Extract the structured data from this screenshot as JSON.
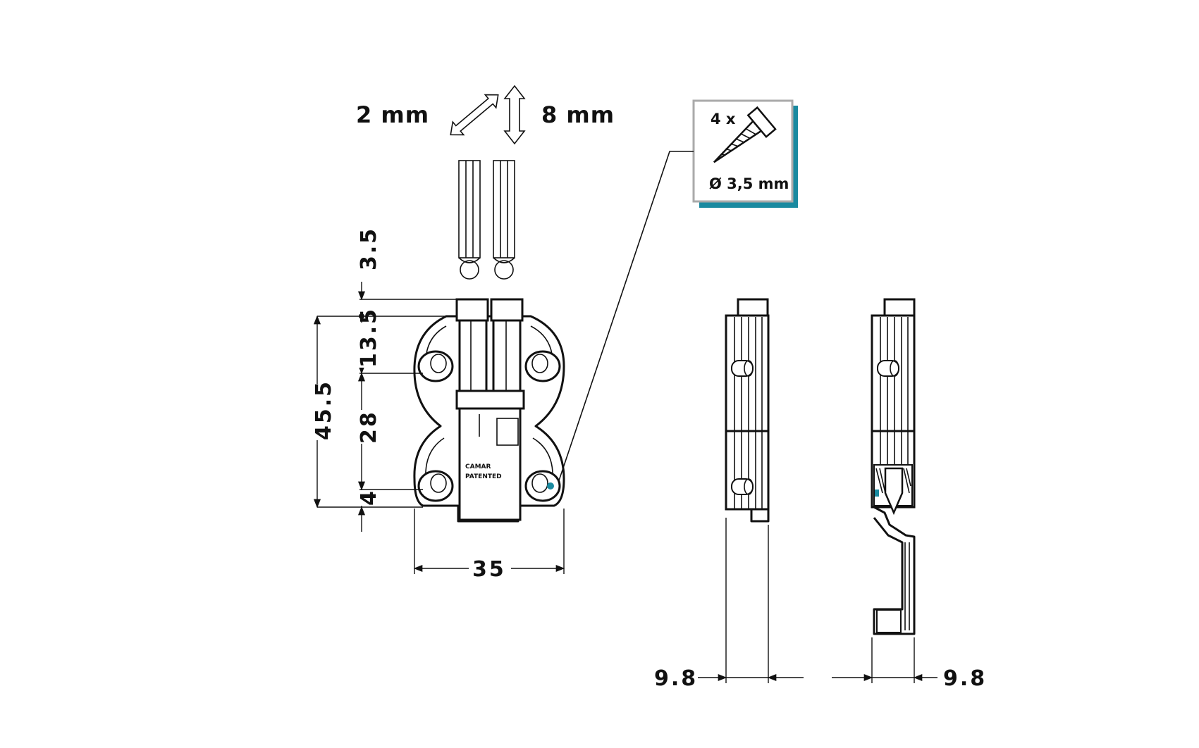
{
  "adjustment": {
    "side_label": "2 mm",
    "height_label": "8 mm"
  },
  "screw_box": {
    "quantity": "4 x",
    "diameter": "Ø 3,5 mm",
    "accent_color": "#1a8aa0"
  },
  "front_view": {
    "dims": {
      "top_offset": "3.5",
      "upper_hole": "13.5",
      "overall_height": "45.5",
      "hole_spacing": "28",
      "bottom_offset": "4",
      "width": "35"
    },
    "stamp_top": "CAMAR",
    "stamp_bottom": "PATENTED"
  },
  "side_views": {
    "left_depth": "9.8",
    "right_depth": "9.8"
  }
}
